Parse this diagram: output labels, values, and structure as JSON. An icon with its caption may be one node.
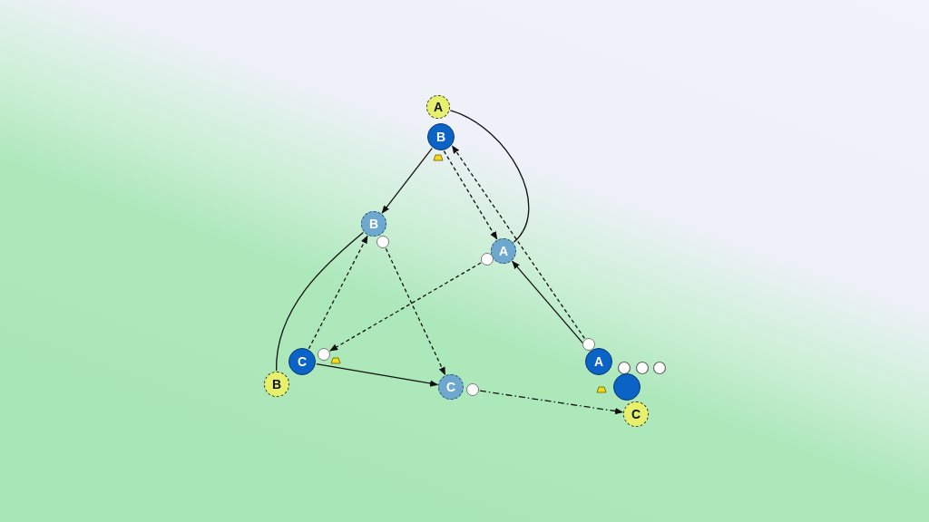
{
  "diagram": {
    "nodes": [
      {
        "text": [
          "A"
        ]
      },
      {
        "text": [
          "B"
        ]
      },
      {
        "text": [
          "B"
        ]
      },
      {
        "text": [],
        "shape": "circle"
      },
      {
        "text": [
          "A"
        ]
      },
      {
        "text": [],
        "shape": "circle"
      },
      {
        "text": [],
        "shape": "circle"
      },
      {
        "text": [],
        "shape": "circle"
      },
      {
        "text": [
          "C"
        ]
      },
      {
        "text": [
          "A"
        ]
      },
      {
        "text": [
          "B"
        ]
      },
      {
        "text": [
          "C"
        ]
      },
      {
        "text": [],
        "shape": "circle"
      },
      {
        "text": [],
        "shape": "circle"
      },
      {
        "text": [
          "C"
        ]
      }
    ],
    "edges": [
      {
        "from": 0,
        "to": 4,
        "arrow": "none"
      },
      {
        "from": 1,
        "to": 2,
        "arrow": "to"
      },
      {
        "from": 1,
        "to": 4,
        "arrow": "to",
        "style": "dashed"
      },
      {
        "from": 6,
        "to": 1,
        "arrow": "to",
        "style": "dashed"
      },
      {
        "from": 9,
        "to": 4,
        "arrow": "to"
      },
      {
        "from": 5,
        "to": 7,
        "arrow": "to",
        "style": "dashed"
      },
      {
        "from": 8,
        "to": 2,
        "arrow": "to",
        "style": "dashed"
      },
      {
        "from": 3,
        "to": 11,
        "arrow": "to",
        "style": "dashed"
      },
      {
        "from": 10,
        "to": 2,
        "arrow": "none"
      },
      {
        "from": 8,
        "to": 11,
        "arrow": "to"
      },
      {
        "from": 12,
        "to": 14,
        "arrow": "to",
        "style": "dashed"
      }
    ]
  }
}
